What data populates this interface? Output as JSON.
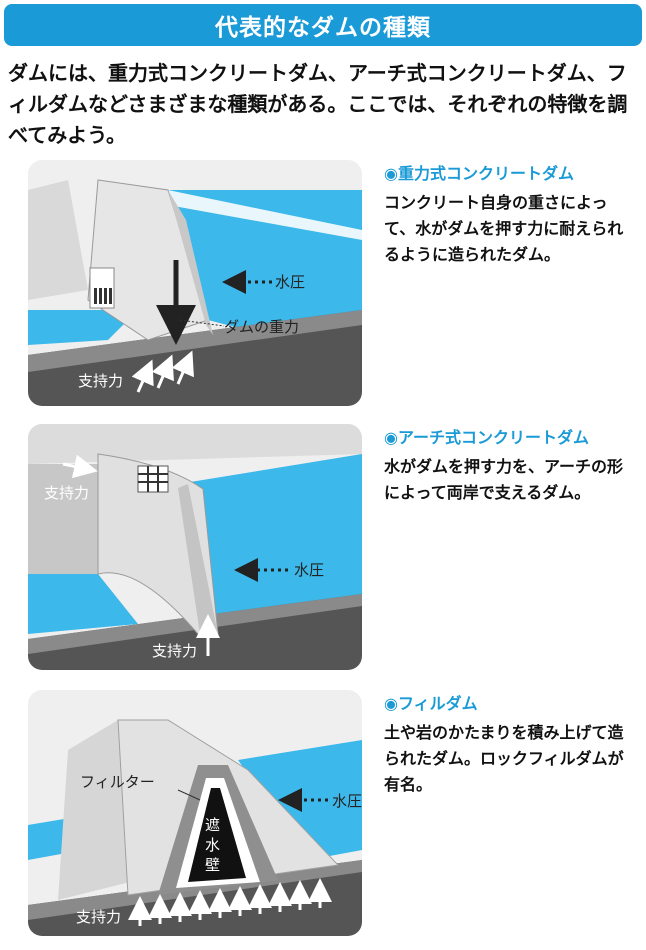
{
  "header": {
    "title": "代表的なダムの種類"
  },
  "intro": "ダムには、重力式コンクリートダム、アーチ式コンクリートダム、フィルダムなどさまざまな種類がある。ここでは、それぞれの特徴を調べてみよう。",
  "dams": [
    {
      "heading": "◉重力式コンクリートダム",
      "description": "コンクリート自身の重さによって、水がダムを押す力に耐えられるように造られたダム。",
      "labels": {
        "water_pressure": "水圧",
        "dam_weight": "ダムの重力",
        "support": "支持力"
      }
    },
    {
      "heading": "◉アーチ式コンクリートダム",
      "description": "水がダムを押す力を、アーチの形によって両岸で支えるダム。",
      "labels": {
        "support_side": "支持力",
        "water_pressure": "水圧",
        "support_bottom": "支持力"
      }
    },
    {
      "heading": "◉フィルダム",
      "description": "土や岩のかたまりを積み上げて造られたダム。ロックフィルダムが有名。",
      "labels": {
        "filter": "フィルター",
        "water_pressure": "水圧",
        "core_1": "遮",
        "core_2": "水",
        "core_3": "壁",
        "support": "支持力"
      }
    }
  ],
  "colors": {
    "accent": "#1a9ad6",
    "water": "#3cb8ea",
    "ground": "#555555"
  }
}
